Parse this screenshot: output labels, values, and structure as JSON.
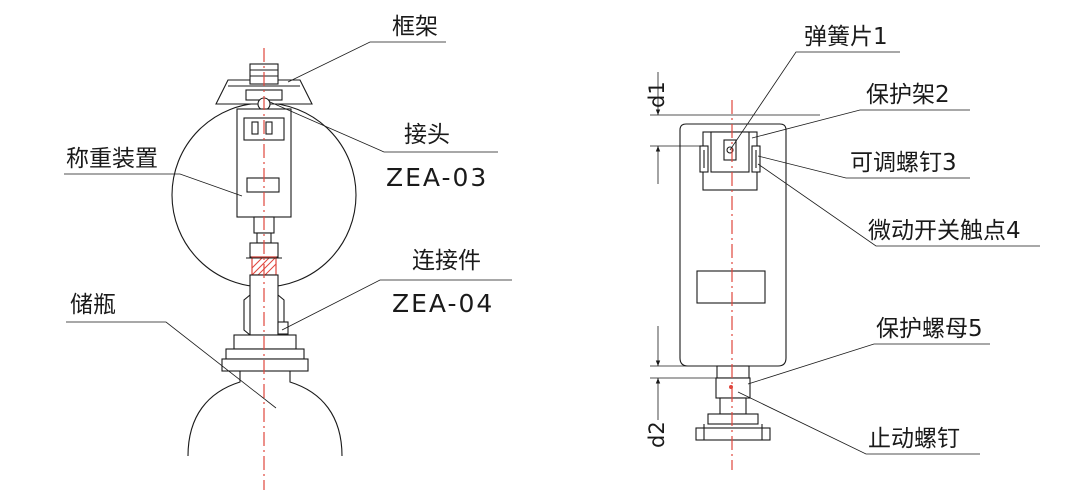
{
  "left_figure": {
    "frame_label": "框架",
    "joint_label": "接头",
    "joint_code": "ZEA-03",
    "weighing_label": "称重装置",
    "connector_label": "连接件",
    "connector_code": "ZEA-04",
    "cylinder_label": "储瓶"
  },
  "right_figure": {
    "spring_label": "弹簧片1",
    "guard_label": "保护架2",
    "adjust_screw_label": "可调螺钉3",
    "microswitch_label": "微动开关触点4",
    "nut_label": "保护螺母5",
    "stop_screw_label": "止动螺钉",
    "dim_d1": "d1",
    "dim_d2": "d2"
  },
  "colors": {
    "line": "#1a1a1a",
    "centerline": "#e0463d"
  }
}
